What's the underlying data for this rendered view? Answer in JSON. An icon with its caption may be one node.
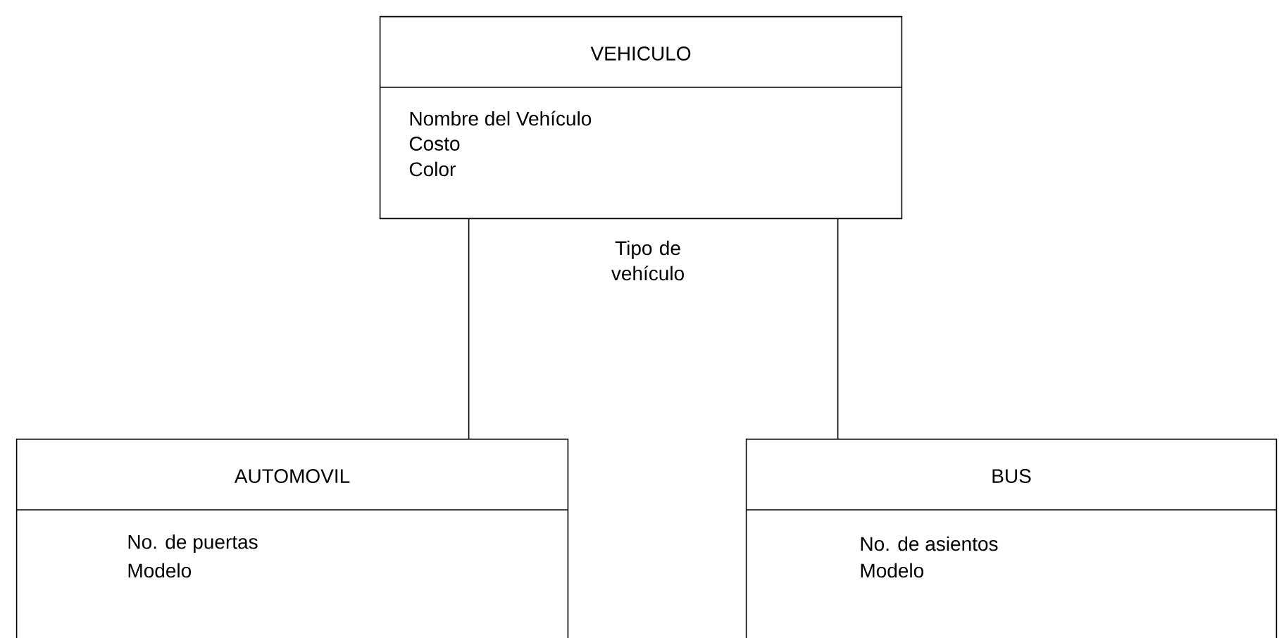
{
  "diagram": {
    "nodes": [
      {
        "text": [
          "VEHICULO",
          "Nombre del Vehículo",
          "Costo",
          "Color"
        ]
      },
      {
        "text": [
          "AUTOMOVIL",
          "No. de puertas",
          "Modelo"
        ]
      },
      {
        "text": [
          "BUS",
          "No. de asientos",
          "Modelo"
        ]
      }
    ],
    "edges": [
      {
        "from": 0,
        "to": 1,
        "arrow": "none"
      },
      {
        "from": 0,
        "to": 2,
        "arrow": "none"
      }
    ],
    "labels": [
      "Tipo de vehículo"
    ]
  }
}
